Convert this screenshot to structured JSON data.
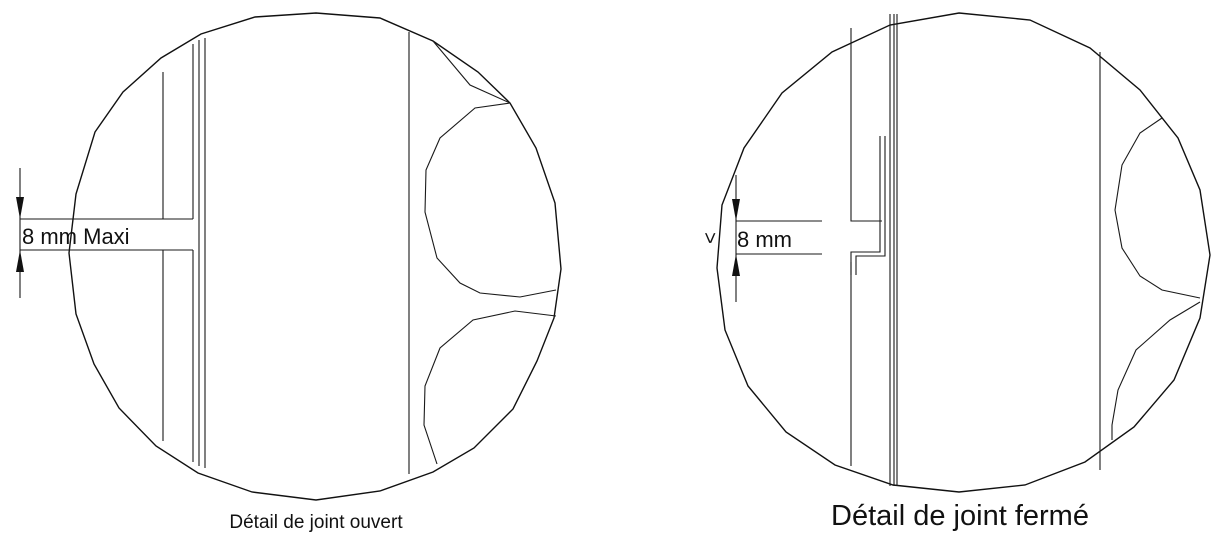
{
  "left_detail": {
    "dimension_label": "8 mm Maxi",
    "caption": "Détail de joint ouvert"
  },
  "right_detail": {
    "dimension_symbol": ">",
    "dimension_label": "8 mm",
    "caption": "Détail de joint fermé"
  }
}
